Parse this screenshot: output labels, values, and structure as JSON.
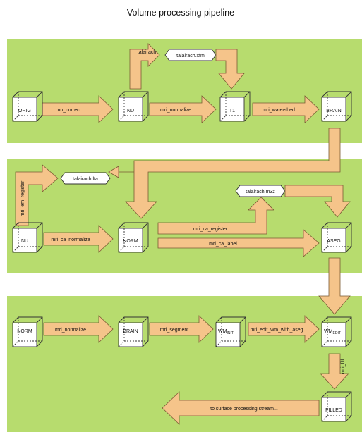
{
  "title": "Volume processing pipeline",
  "colors": {
    "band": "#b7dc6e",
    "arrow": "#f5c48a",
    "arrow_stroke": "#7a5a33",
    "box_fill": "#ffffff"
  },
  "section1": {
    "nodes": {
      "orig": "ORIG",
      "nu": "NU",
      "t1": "T1",
      "brain": "BRAIN"
    },
    "steps": {
      "nu_correct": "nu_correct",
      "mri_normalize": "mri_normalize",
      "mri_watershed": "mri_watershed",
      "talairach": "talairach"
    },
    "files": {
      "talairach_xfm": "talairach.xfm"
    }
  },
  "section2": {
    "nodes": {
      "nu": "NU",
      "norm": "NORM",
      "aseg": "ASEG"
    },
    "steps": {
      "mri_em_register": "mri_em_register",
      "mri_ca_normalize": "mri_ca_normalize",
      "mri_ca_register": "mri_ca_register",
      "mri_ca_label": "mri_ca_label"
    },
    "files": {
      "talairach_lta": "talairach.lta",
      "talairach_m3z": "talairach.m3z"
    }
  },
  "section3": {
    "nodes": {
      "norm": "NORM",
      "brain": "BRAIN",
      "wm_init_base": "WM",
      "wm_init_sub": "INIT",
      "wm_edit_base": "WM",
      "wm_edit_sub": "EDIT",
      "filled": "FILLED"
    },
    "steps": {
      "mri_normalize": "mri_normalize",
      "mri_segment": "mri_segment",
      "mri_edit_wm_with_aseg": "mri_edit_wm_with_aseg",
      "mri_fill": "mri_fill",
      "to_surface": "to surface processing stream..."
    }
  }
}
